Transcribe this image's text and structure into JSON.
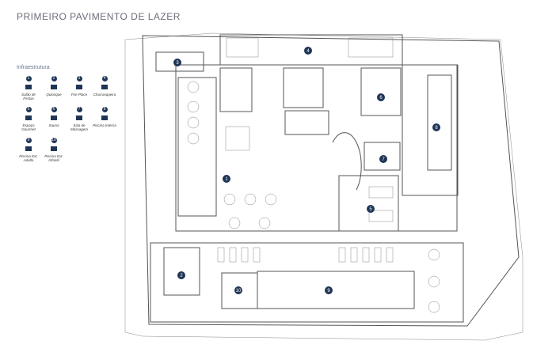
{
  "title": "PRIMEIRO PAVIMENTO DE LAZER",
  "legend": {
    "title": "Infraestrutura",
    "items": [
      {
        "num": "1",
        "label": "Salão de Festas",
        "icon": "party-icon"
      },
      {
        "num": "2",
        "label": "Quiosque",
        "icon": "kiosk-icon"
      },
      {
        "num": "3",
        "label": "Fire Place",
        "icon": "fireplace-icon"
      },
      {
        "num": "4",
        "label": "Churrasqueira",
        "icon": "grill-icon"
      },
      {
        "num": "5",
        "label": "Espaço Gourmet",
        "icon": "gourmet-icon"
      },
      {
        "num": "6",
        "label": "Sauna",
        "icon": "sauna-icon"
      },
      {
        "num": "7",
        "label": "Sala de Massagem",
        "icon": "massage-icon"
      },
      {
        "num": "8",
        "label": "Piscina Interna",
        "icon": "pool-icon"
      },
      {
        "num": "9",
        "label": "Piscina Ext. Adulto",
        "icon": "pool-icon"
      },
      {
        "num": "10",
        "label": "Piscina Ext. Infantil",
        "icon": "pool-icon"
      }
    ]
  },
  "markers": [
    "1",
    "2",
    "3",
    "4",
    "5",
    "6",
    "7",
    "8",
    "9",
    "10"
  ]
}
